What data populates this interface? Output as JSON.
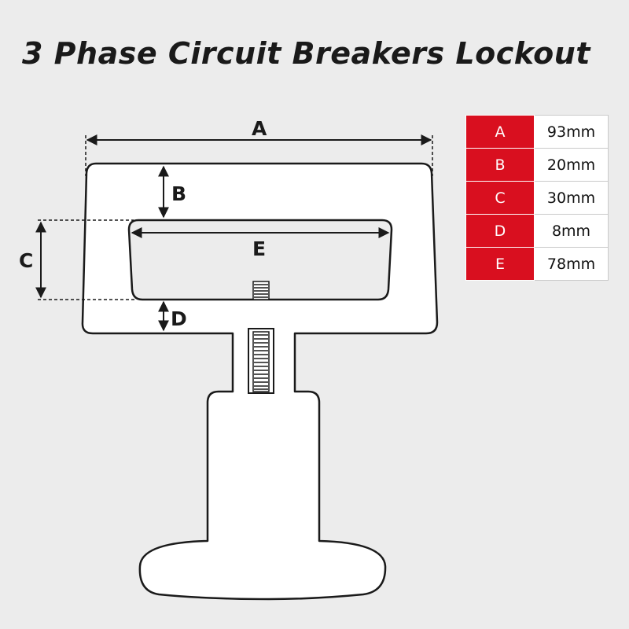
{
  "title": "3 Phase Circuit Breakers Lockout",
  "dimension_labels": {
    "a": "A",
    "b": "B",
    "c": "C",
    "d": "D",
    "e": "E"
  },
  "spec_table": [
    {
      "key": "A",
      "value": "93mm"
    },
    {
      "key": "B",
      "value": "20mm"
    },
    {
      "key": "C",
      "value": "30mm"
    },
    {
      "key": "D",
      "value": "8mm"
    },
    {
      "key": "E",
      "value": "78mm"
    }
  ],
  "colors": {
    "accent": "#d90f1f",
    "background": "#ececec",
    "line": "#1a1a1a"
  }
}
